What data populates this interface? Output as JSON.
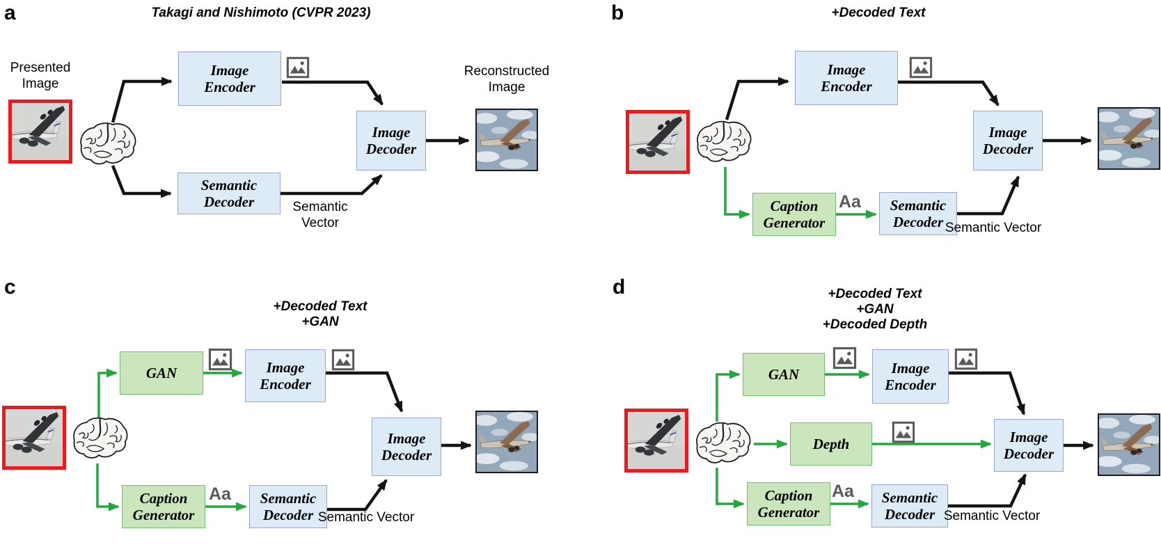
{
  "figure": {
    "description": "Four-panel brain decoding pipeline diagram"
  },
  "colors": {
    "blue-fill": "#ddebf7",
    "blue-stroke": "#9aa3d1",
    "green-fill": "#cbe5bd",
    "green-stroke": "#6fbf70",
    "arrow-green": "#22a83c",
    "arrow-black": "#141414",
    "red-border": "#e81c1e",
    "icon-gray": "#58595b"
  },
  "icons": {
    "image_icon": "image-icon",
    "text_icon": "text-Aa-icon",
    "brain_icon": "brain-icon"
  },
  "panels": {
    "a": {
      "letter": "a",
      "title": "Takagi and Nishimoto (CVPR 2023)",
      "presented_image_label": "Presented Image",
      "reconstructed_image_label": "Reconstructed Image",
      "semantic_vector_label": "Semantic Vector",
      "boxes": {
        "image_encoder": "Image Encoder",
        "semantic_decoder": "Semantic Decoder",
        "image_decoder": "Image Decoder"
      }
    },
    "b": {
      "letter": "b",
      "title": "+Decoded Text",
      "aa_label": "Aa",
      "semantic_vector_label": "Semantic Vector",
      "boxes": {
        "image_encoder": "Image Encoder",
        "caption_generator": "Caption Generator",
        "semantic_decoder": "Semantic Decoder",
        "image_decoder": "Image Decoder"
      }
    },
    "c": {
      "letter": "c",
      "title_lines": [
        "+Decoded Text",
        "+GAN"
      ],
      "aa_label": "Aa",
      "semantic_vector_label": "Semantic Vector",
      "boxes": {
        "gan": "GAN",
        "image_encoder": "Image Encoder",
        "caption_generator": "Caption Generator",
        "semantic_decoder": "Semantic Decoder",
        "image_decoder": "Image Decoder"
      }
    },
    "d": {
      "letter": "d",
      "title_lines": [
        "+Decoded Text",
        "+GAN",
        "+Decoded Depth"
      ],
      "aa_label": "Aa",
      "semantic_vector_label": "Semantic Vector",
      "boxes": {
        "gan": "GAN",
        "depth": "Depth",
        "image_encoder": "Image Encoder",
        "caption_generator": "Caption Generator",
        "semantic_decoder": "Semantic Decoder",
        "image_decoder": "Image Decoder"
      }
    }
  }
}
